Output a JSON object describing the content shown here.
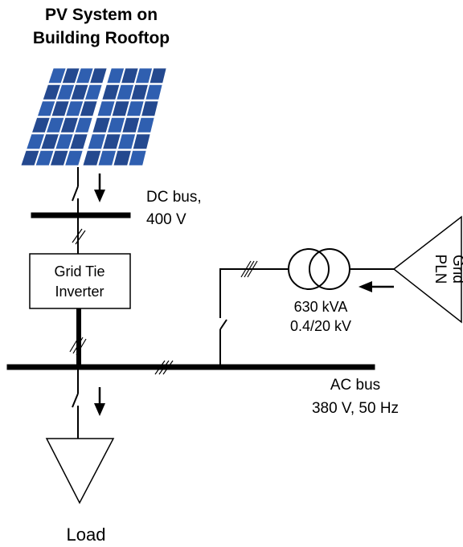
{
  "title": {
    "line1": "PV System on",
    "line2": "Building Rooftop"
  },
  "dc_bus": {
    "line1": "DC bus,",
    "line2": "400 V"
  },
  "inverter": {
    "line1": "Grid Tie",
    "line2": "Inverter"
  },
  "transformer": {
    "line1": "630 kVA",
    "line2": "0.4/20 kV"
  },
  "grid": {
    "line1": "Grid",
    "line2": "PLN"
  },
  "ac_bus": {
    "line1": "AC bus",
    "line2": "380 V, 50 Hz"
  },
  "load": {
    "label": "Load"
  },
  "colors": {
    "panel_cell": "#2f5fb0",
    "panel_cell_dark": "#24498f",
    "panel_frame": "#ffffff",
    "line": "#000000"
  },
  "icons": [
    "solar-panel-icon",
    "switch-icon",
    "arrow-icon",
    "transformer-icon",
    "triangle-symbol"
  ]
}
